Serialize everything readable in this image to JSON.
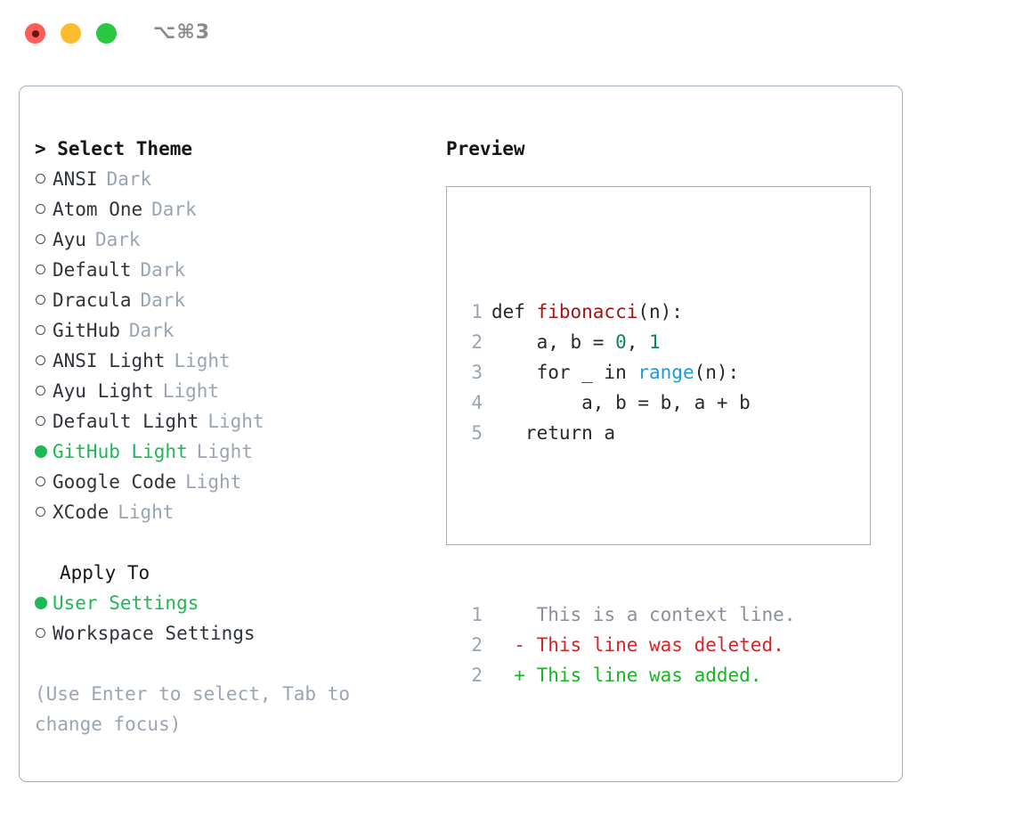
{
  "window": {
    "shortcut_label": "⌥⌘3",
    "traffic_lights": [
      {
        "name": "close",
        "color": "#fb5f57"
      },
      {
        "name": "minimize",
        "color": "#fdbc2e"
      },
      {
        "name": "maximize",
        "color": "#28c840"
      }
    ]
  },
  "theme_list": {
    "header": "> Select Theme",
    "items": [
      {
        "label": "ANSI",
        "tag": "Dark",
        "selected": false
      },
      {
        "label": "Atom One",
        "tag": "Dark",
        "selected": false
      },
      {
        "label": "Ayu",
        "tag": "Dark",
        "selected": false
      },
      {
        "label": "Default",
        "tag": "Dark",
        "selected": false
      },
      {
        "label": "Dracula",
        "tag": "Dark",
        "selected": false
      },
      {
        "label": "GitHub",
        "tag": "Dark",
        "selected": false
      },
      {
        "label": "ANSI Light",
        "tag": "Light",
        "selected": false
      },
      {
        "label": "Ayu Light",
        "tag": "Light",
        "selected": false
      },
      {
        "label": "Default Light",
        "tag": "Light",
        "selected": false
      },
      {
        "label": "GitHub Light",
        "tag": "Light",
        "selected": true
      },
      {
        "label": "Google Code",
        "tag": "Light",
        "selected": false
      },
      {
        "label": "XCode",
        "tag": "Light",
        "selected": false
      }
    ]
  },
  "apply_to": {
    "title": "Apply To",
    "items": [
      {
        "label": "User Settings",
        "selected": true
      },
      {
        "label": "Workspace Settings",
        "selected": false
      }
    ]
  },
  "hint": "(Use Enter to select, Tab to change focus)",
  "preview": {
    "title": "Preview",
    "code_lines": [
      {
        "number": "1",
        "tokens": [
          {
            "text": "def ",
            "kind": "kw"
          },
          {
            "text": "fibonacci",
            "kind": "fn"
          },
          {
            "text": "(n):",
            "kind": "plain"
          }
        ]
      },
      {
        "number": "2",
        "tokens": [
          {
            "text": "    a, b = ",
            "kind": "plain"
          },
          {
            "text": "0",
            "kind": "num"
          },
          {
            "text": ", ",
            "kind": "plain"
          },
          {
            "text": "1",
            "kind": "num"
          }
        ]
      },
      {
        "number": "3",
        "tokens": [
          {
            "text": "    for _ in ",
            "kind": "plain"
          },
          {
            "text": "range",
            "kind": "call"
          },
          {
            "text": "(n):",
            "kind": "plain"
          }
        ]
      },
      {
        "number": "4",
        "tokens": [
          {
            "text": "        a, b = b, a + b",
            "kind": "plain"
          }
        ]
      },
      {
        "number": "5",
        "tokens": [
          {
            "text": "   return a",
            "kind": "plain"
          }
        ]
      }
    ],
    "diff_lines": [
      {
        "number": "1",
        "marker": " ",
        "text": " This is a context line.",
        "kind": "context"
      },
      {
        "number": "2",
        "marker": "-",
        "text": " This line was deleted.",
        "kind": "deleted"
      },
      {
        "number": "2",
        "marker": "+",
        "text": " This line was added.",
        "kind": "added"
      }
    ]
  },
  "colors": {
    "accent_green": "#1db954",
    "muted": "#9aa5b4",
    "border": "#a6afbd",
    "diff_add": "#18b524",
    "diff_del": "#d1262c",
    "syntax_function": "#a31515",
    "syntax_number": "#098658",
    "syntax_call": "#1e9bd6"
  }
}
